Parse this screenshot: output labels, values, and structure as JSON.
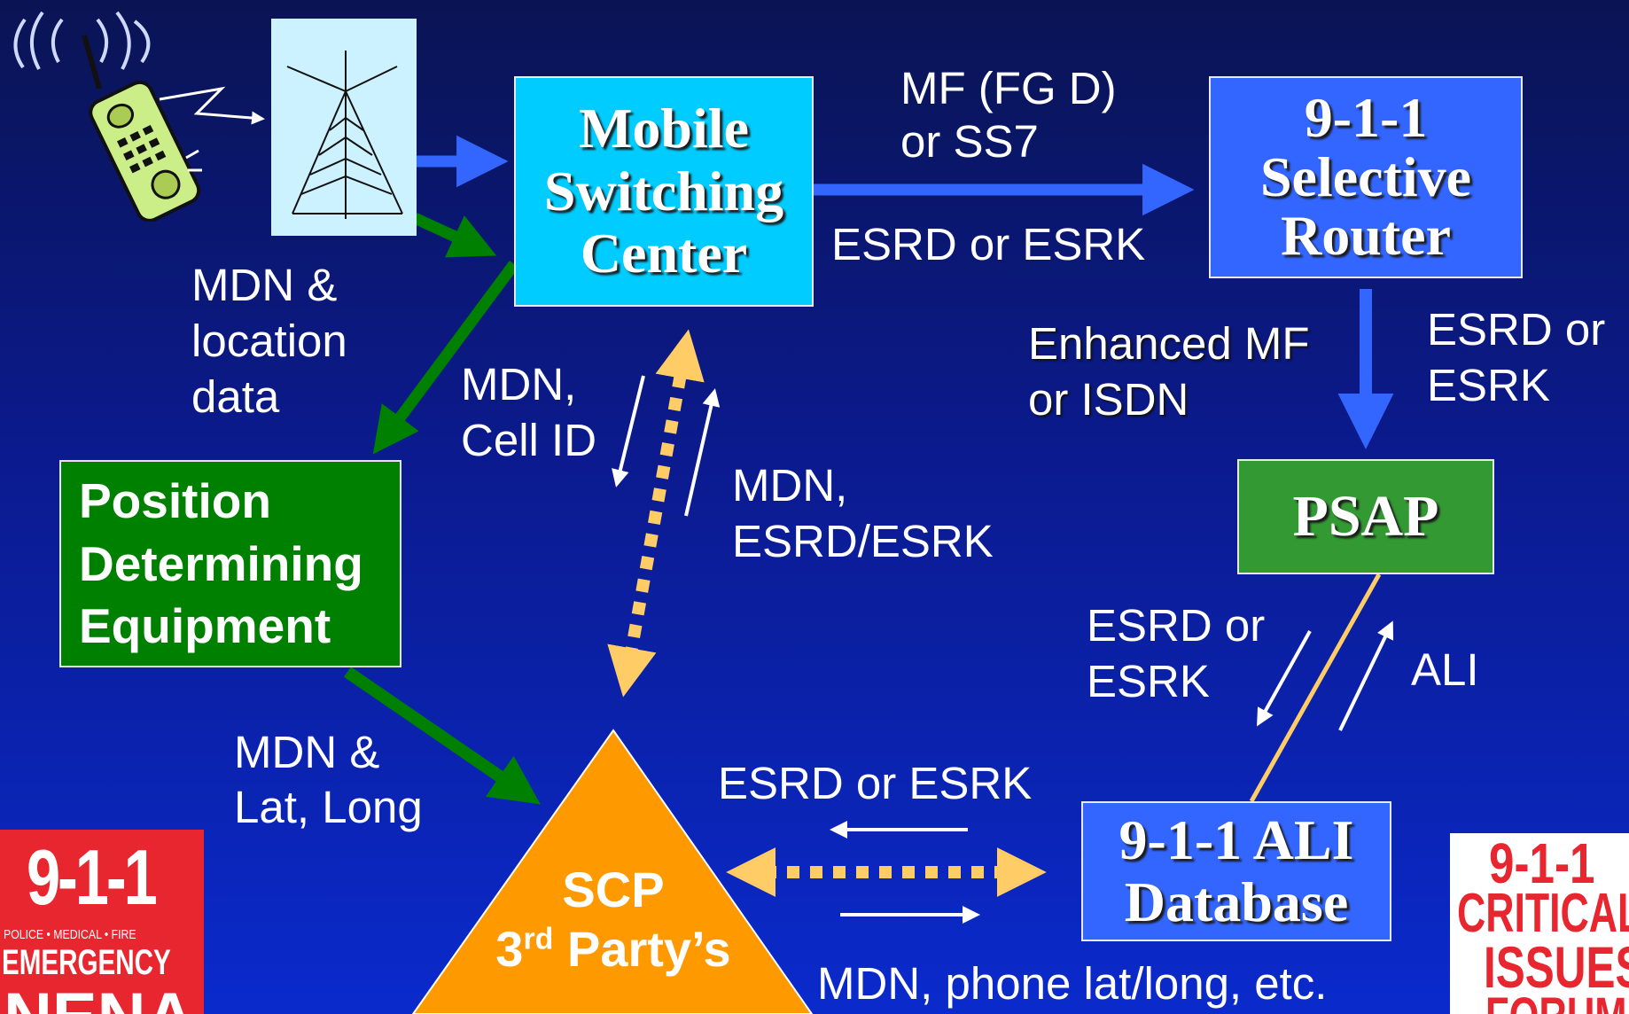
{
  "nodes": {
    "msc": "Mobile\nSwitching\nCenter",
    "selective_router": "9-1-1\nSelective\nRouter",
    "psap": "PSAP",
    "ali_db": "9-1-1 ALI\nDatabase",
    "pde": "Position\nDetermining\nEquipment",
    "scp_line1": "SCP",
    "scp_line2_prefix": "3",
    "scp_line2_sup": "rd",
    "scp_line2_suffix": " Party’s"
  },
  "labels": {
    "mf_fgd": "MF (FG D)\nor SS7",
    "esrd_esrk_top": "ESRD or ESRK",
    "mdn_location": "MDN &\nlocation\ndata",
    "mdn_cellid": "MDN,\nCell ID",
    "mdn_esrd_esrk": "MDN,\nESRD/ESRK",
    "enhanced_mf": "Enhanced MF\nor ISDN",
    "esrd_esrk_right": "ESRD or\nESRK",
    "esrd_esrk_psap": "ESRD or\nESRK",
    "ali": "ALI",
    "mdn_latlong": "MDN &\nLat, Long",
    "esrd_esrk_bottom": "ESRD or ESRK",
    "mdn_phone": "MDN, phone lat/long, etc."
  },
  "logos": {
    "nena_number": "9-1-1",
    "nena_tagline": "POLICE • MEDICAL • FIRE",
    "nena_emergency": "EMERGENCY",
    "nena_name": "NENA",
    "critical_number": "9-1-1",
    "critical_line1": "CRITICAL",
    "critical_line2": "ISSUES",
    "critical_line3": "FORUM"
  },
  "colors": {
    "background_top": "#0a1454",
    "background_bottom": "#0a2acc",
    "msc_fill": "#00ccff",
    "router_fill": "#3366ff",
    "psap_fill": "#339933",
    "pde_fill": "#008000",
    "scp_fill": "#ff9900",
    "arrow_blue": "#3366ff",
    "arrow_green": "#008000",
    "arrow_orange": "#ffcc66",
    "nena_red": "#e8262f"
  }
}
